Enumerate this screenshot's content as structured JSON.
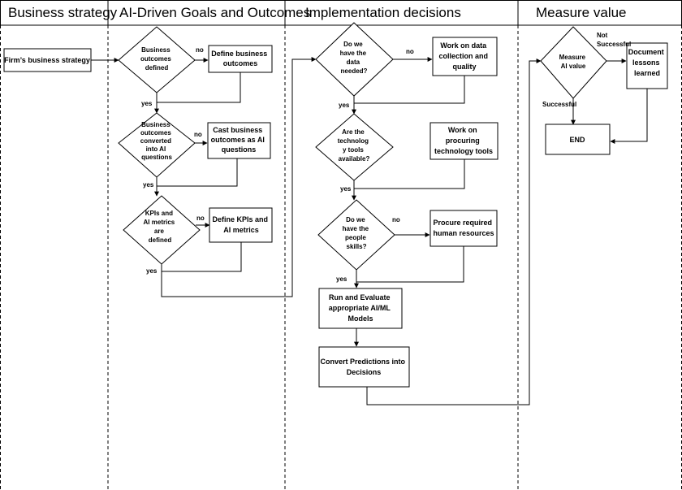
{
  "lanes": {
    "business": "Business strategy",
    "goals": "AI-Driven Goals and Outcomes",
    "implementation": "Implementation decisions",
    "measure": "Measure value"
  },
  "nodes": {
    "firm_strategy": [
      "Firm’s business strategy"
    ],
    "d_outcomes": [
      "Business",
      "outcomes",
      "defined"
    ],
    "define_outcomes": [
      "Define business",
      "outcomes"
    ],
    "d_converted": [
      "Business",
      "outcomes",
      "converted",
      "into AI",
      "questions"
    ],
    "cast_outcomes": [
      "Cast business",
      "outcomes as AI",
      "questions"
    ],
    "d_kpis": [
      "KPIs and",
      "AI metrics",
      "are",
      "defined"
    ],
    "define_kpis": [
      "Define KPIs and",
      "AI metrics"
    ],
    "d_data": [
      "Do we",
      "have the",
      "data",
      "needed?"
    ],
    "work_data": [
      "Work on data",
      "collection and",
      "quality"
    ],
    "d_tools": [
      "Are the",
      "technolog",
      "y tools",
      "available?"
    ],
    "work_tools": [
      "Work on",
      "procuring",
      "technology tools"
    ],
    "d_people": [
      "Do we",
      "have the",
      "people",
      "skills?"
    ],
    "procure_hr": [
      "Procure required",
      "human resources"
    ],
    "run_models": [
      "Run and Evaluate",
      "appropriate AI/ML",
      "Models"
    ],
    "convert_predictions": [
      "Convert Predictions into",
      "Decisions"
    ],
    "d_measure": [
      "Measure",
      "AI value"
    ],
    "document_lessons": [
      "Document",
      "lessons",
      "learned"
    ],
    "end": [
      "END"
    ]
  },
  "edge_labels": {
    "no": "no",
    "yes": "yes",
    "not_successful": [
      "Not",
      "Successful"
    ],
    "successful": "Successful"
  }
}
